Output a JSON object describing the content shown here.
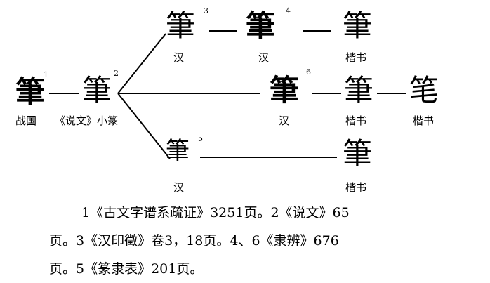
{
  "nodes": {
    "zhanguo": {
      "char": "筆",
      "num": "1",
      "label": "战国"
    },
    "shuowen": {
      "char": "筆",
      "num": "2",
      "label": "《说文》小篆"
    },
    "han3": {
      "char": "筆",
      "num": "3",
      "label": "汉"
    },
    "han4": {
      "char": "筆",
      "num": "4",
      "label": "汉"
    },
    "kai_top": {
      "char": "筆",
      "label": "楷书"
    },
    "han6": {
      "char": "筆",
      "num": "6",
      "label": "汉"
    },
    "kai_mid": {
      "char": "筆",
      "label": "楷书"
    },
    "kai_simplified": {
      "char": "笔",
      "label": "楷书"
    },
    "han5": {
      "char": "筆",
      "num": "5",
      "label": "汉"
    },
    "kai_bottom": {
      "char": "筆",
      "label": "楷书"
    }
  },
  "notes": [
    "1《古文字谱系疏证》3251页。2《说文》65",
    "页。3《汉印徵》卷3，18页。4、6《隶辨》676",
    "页。5《篆隶表》201页。"
  ]
}
